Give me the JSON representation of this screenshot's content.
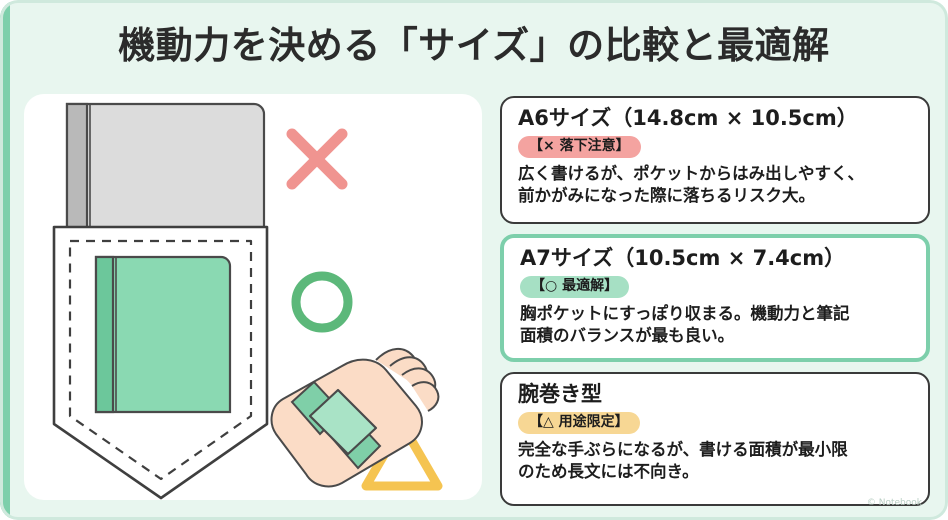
{
  "header": {
    "title": "機動力を決める「サイズ」の比較と最適解"
  },
  "illustration": {
    "name": "pocket-notebook-comparison-illustration",
    "elements": {
      "a6_notebook": "gray notebook sticking out of pocket",
      "pocket": "shirt chest pocket outline with dashed stitching",
      "a7_notebook": "green notebook fitting inside pocket",
      "x_mark": "×",
      "o_mark": "○",
      "triangle_mark": "△",
      "wrist_band": "arm with wrist-worn band"
    },
    "colors": {
      "x_mark": "#f09490",
      "o_mark": "#5cb87a",
      "triangle": "#f5c451",
      "a6_cover": "#dcdcdc",
      "a6_spine": "#b9b9b9",
      "a7_cover": "#8ad9b2",
      "a7_spine": "#6cc79b",
      "skin": "#fbdcc6",
      "band": "#9ddcbd",
      "outline": "#4a4a4a"
    }
  },
  "cards": [
    {
      "id": "a6",
      "title": "A6サイズ（14.8cm × 10.5cm）",
      "badge": "【× 落下注意】",
      "badge_type": "warn",
      "badge_color": "#f4a3a0",
      "highlighted": false,
      "description_lines": [
        "広く書けるが、ポケットからはみ出しやすく、",
        "前かがみになった際に落ちるリスク大。"
      ]
    },
    {
      "id": "a7",
      "title": "A7サイズ（10.5cm × 7.4cm）",
      "badge": "【○ 最適解】",
      "badge_type": "best",
      "badge_color": "#a6e0c4",
      "highlighted": true,
      "description_lines": [
        "胸ポケットにすっぽり収まる。機動力と筆記",
        "面積のバランスが最も良い。"
      ]
    },
    {
      "id": "wrist",
      "title": "腕巻き型",
      "badge": "【△ 用途限定】",
      "badge_type": "limit",
      "badge_color": "#f7d794",
      "highlighted": false,
      "description_lines": [
        "完全な手ぶらになるが、書ける面積が最小限",
        "のため長文には不向き。"
      ]
    }
  ],
  "theme": {
    "background": "#e8f6ef",
    "accent_stripe": "#7dcfab",
    "highlight_border": "#7dcfab",
    "card_border": "#3a3a3a",
    "panel": "#ffffff",
    "text": "#1d1d1d"
  },
  "credit": "© Notebook"
}
